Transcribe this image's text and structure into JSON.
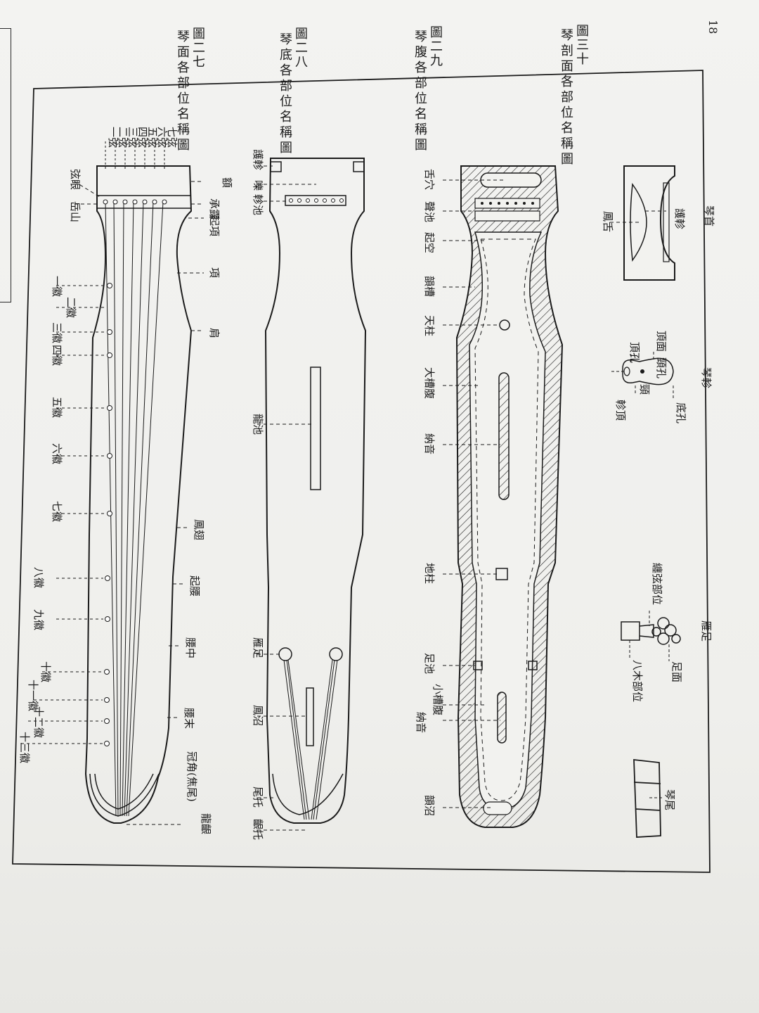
{
  "page_number": "18",
  "figures": [
    {
      "number": "圖二七",
      "title": "琴面各部位名稱圖"
    },
    {
      "number": "圖二八",
      "title": "琴底各部位名稱圖"
    },
    {
      "number": "圖二九",
      "title": "琴腹各部位名稱圖"
    },
    {
      "number": "圖三十",
      "title": "琴剖面各部位名稱圖"
    }
  ],
  "top_view": {
    "strings": [
      "一弦",
      "二弦",
      "三弦",
      "四弦",
      "五弦",
      "六弦",
      "七弦"
    ],
    "parts": {
      "xian_yan": "弦眼",
      "yue_shan": "岳山",
      "e": "額",
      "cheng_lu": "承露",
      "qi_xiang": "起項",
      "xiang": "項",
      "jian": "肩",
      "feng_chi": "鳳翅",
      "qi_yao": "起腰",
      "yao_zhong": "腰中",
      "yao_mo": "腰末",
      "long_yin": "龍齦",
      "guan_jiao": "冠角(焦尾)"
    },
    "hui": [
      "一徽",
      "二徽",
      "三徽",
      "四徽",
      "五徽",
      "六徽",
      "七徽",
      "八徽",
      "九徽",
      "十徽",
      "十一徽",
      "十二徽",
      "十三徽"
    ]
  },
  "bottom_view": {
    "hu_zhen": "護軫",
    "zhen_chi": "軫池",
    "e": "嚛",
    "long_chi": "龍池",
    "yan_zu": "雁足",
    "feng_zhao": "鳳沼",
    "wei_tuo": "尾托",
    "yin_tuo": "齦托"
  },
  "cavity_view": {
    "she_xue": "舌穴",
    "zhen_chi": "聲池",
    "qi_kong": "起空",
    "yun_cao": "韻槽",
    "tian_zhu": "天柱",
    "da_cao_fu": "大槽腹",
    "na_yin": "納音",
    "di_zhu": "地柱",
    "zu_chi": "足池",
    "xiao_cao_fu": "小槽腹",
    "na_yin_2": "納音",
    "yun_zhao": "韻沼"
  },
  "details": {
    "qin_shou": "琴首",
    "feng_she": "鳳舌",
    "hu_zhen": "護軫",
    "qin_zhen": "琴軫",
    "zhen_ding": "軫頂",
    "ding_kong": "頂孔",
    "ding_mian": "頂面",
    "jing": "頸",
    "jing_kong": "頸孔",
    "di_kong": "底孔",
    "yan_zu_title": "雁足",
    "ba_mu": "八木部位",
    "chan_xian": "纏弦部位",
    "zu_mian": "足面",
    "qin_wei": "琴尾"
  }
}
